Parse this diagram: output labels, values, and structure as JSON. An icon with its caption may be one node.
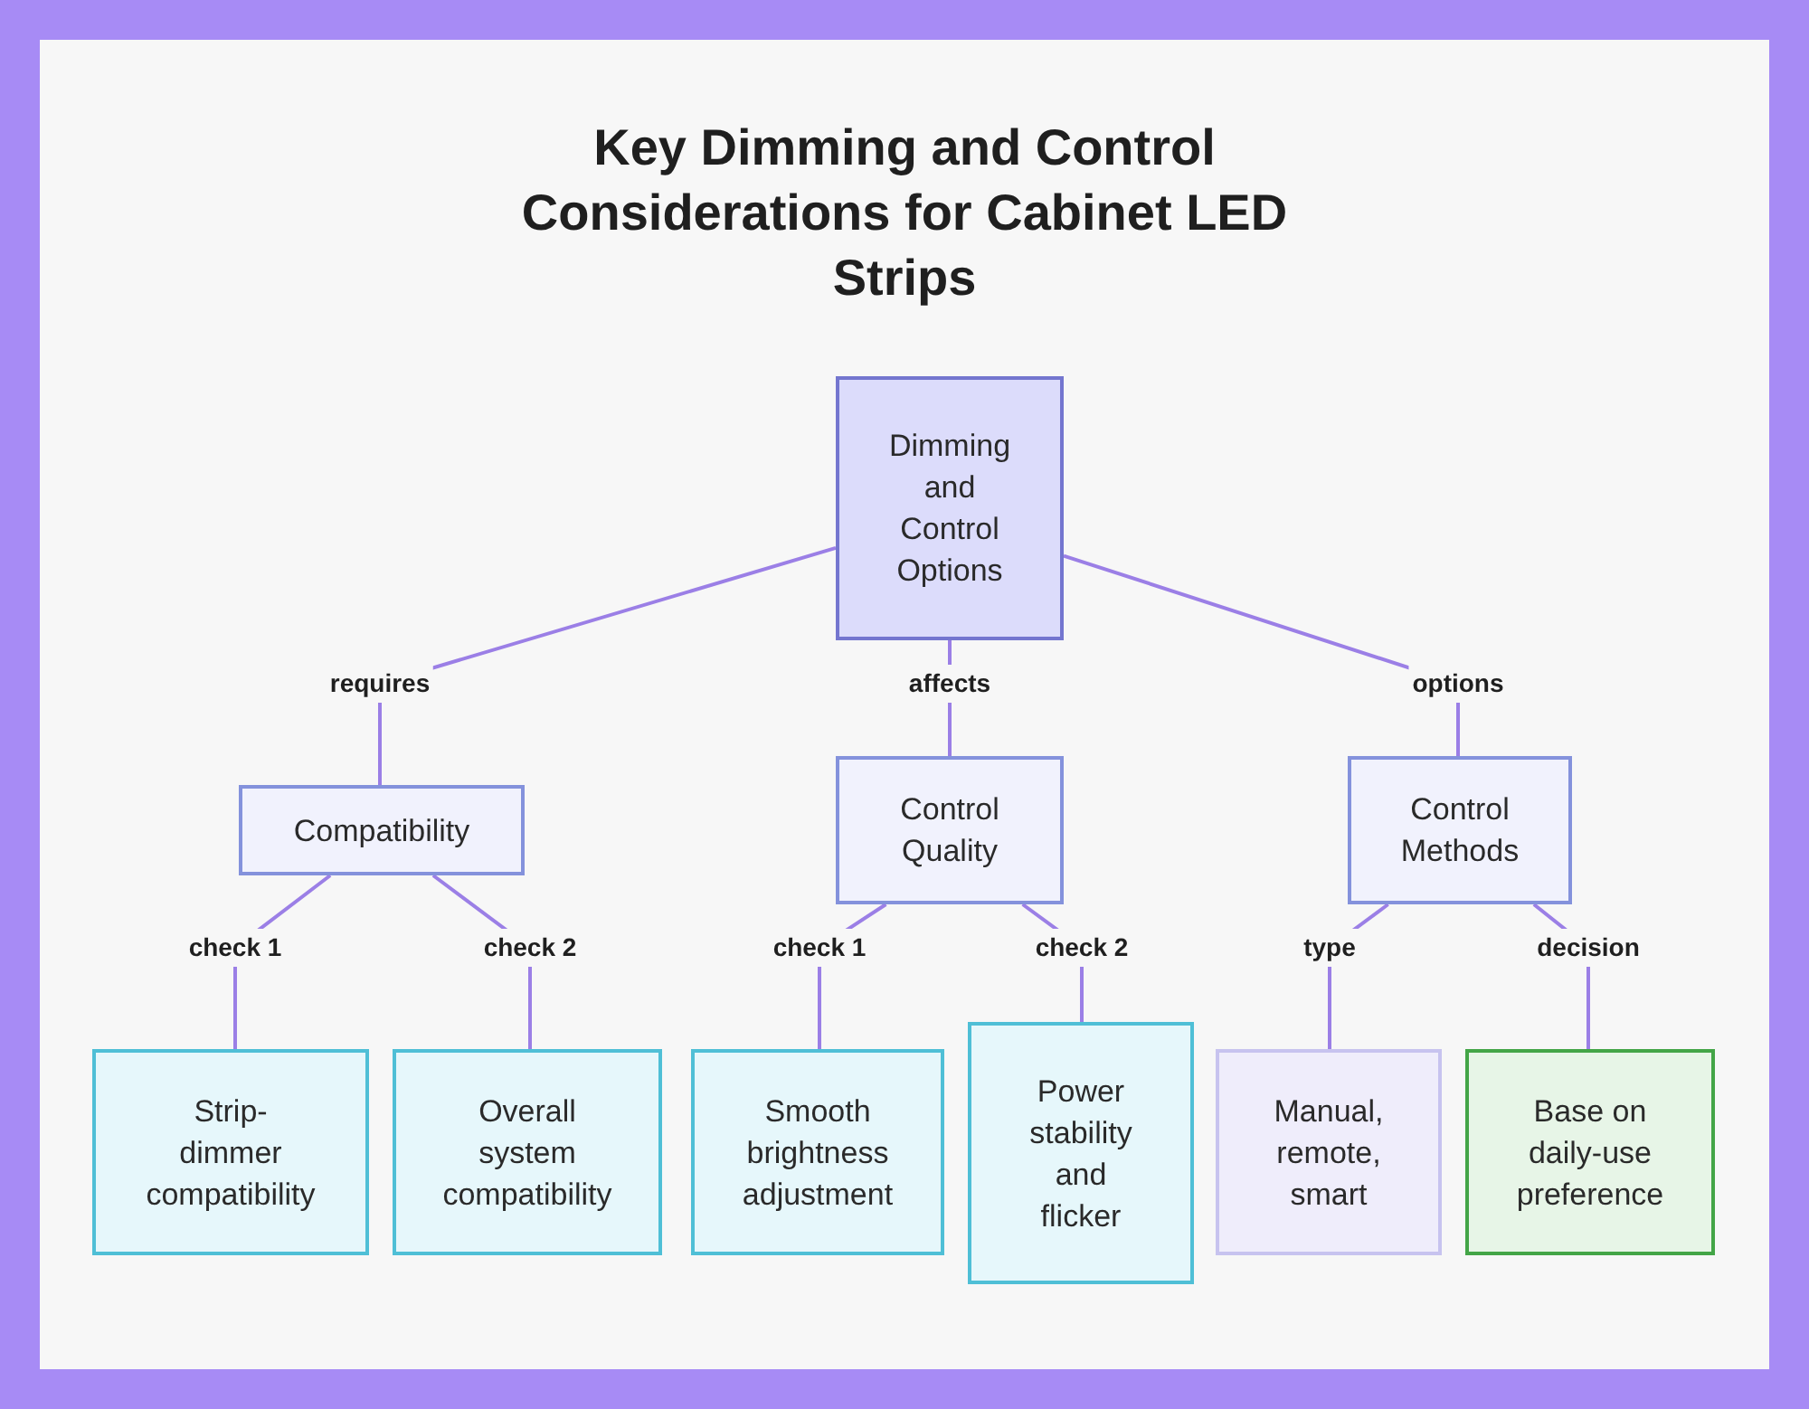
{
  "diagram": {
    "title": "Key Dimming and Control Considerations for Cabinet LED Strips",
    "nodes": [
      {
        "text": [
          "Dimming and Control Options"
        ]
      },
      {
        "text": [
          "Compatibility"
        ]
      },
      {
        "text": [
          "Control Quality"
        ]
      },
      {
        "text": [
          "Control Methods"
        ]
      },
      {
        "text": [
          "Strip-dimmer compatibility"
        ]
      },
      {
        "text": [
          "Overall system compatibility"
        ]
      },
      {
        "text": [
          "Smooth brightness adjustment"
        ]
      },
      {
        "text": [
          "Power stability and flicker"
        ]
      },
      {
        "text": [
          "Manual, remote, smart"
        ]
      },
      {
        "text": [
          "Base on daily-use preference"
        ]
      }
    ],
    "edges": [
      {
        "from": 0,
        "to": 1,
        "label": "requires",
        "arrow": "none"
      },
      {
        "from": 0,
        "to": 2,
        "label": "affects",
        "arrow": "none"
      },
      {
        "from": 0,
        "to": 3,
        "label": "options",
        "arrow": "none"
      },
      {
        "from": 1,
        "to": 4,
        "label": "check 1",
        "arrow": "none"
      },
      {
        "from": 1,
        "to": 5,
        "label": "check 2",
        "arrow": "none"
      },
      {
        "from": 2,
        "to": 6,
        "label": "check 1",
        "arrow": "none"
      },
      {
        "from": 2,
        "to": 7,
        "label": "check 2",
        "arrow": "none"
      },
      {
        "from": 3,
        "to": 8,
        "label": "type",
        "arrow": "none"
      },
      {
        "from": 3,
        "to": 9,
        "label": "decision",
        "arrow": "none"
      }
    ]
  }
}
